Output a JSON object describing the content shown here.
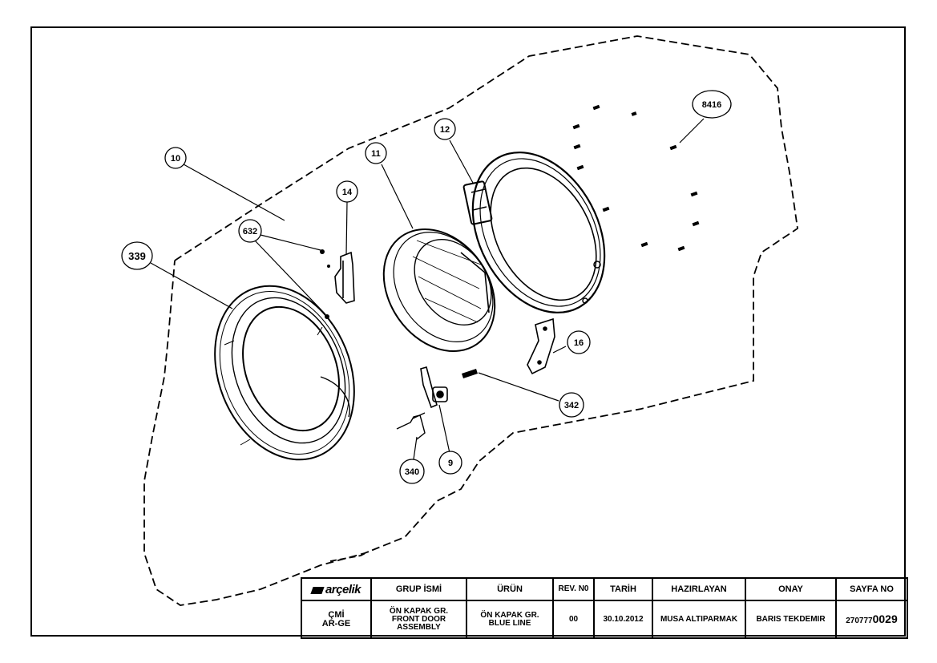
{
  "callouts": [
    "10",
    "11",
    "12",
    "14",
    "632",
    "339",
    "16",
    "342",
    "9",
    "340",
    "8416"
  ],
  "titleblock": {
    "brand": "arçelik",
    "headers": {
      "group": "GRUP İSMİ",
      "product": "ÜRÜN",
      "rev": "REV. N0",
      "date": "TARİH",
      "prepared": "HAZIRLAYAN",
      "approval": "ONAY",
      "sheet": "SAYFA NO"
    },
    "values": {
      "dept_line1": "ÇMİ",
      "dept_line2": "AR-GE",
      "group_line1": "ÖN KAPAK GR.",
      "group_line2": "FRONT DOOR",
      "group_line3": "ASSEMBLY",
      "product_line1": "ÖN KAPAK GR.",
      "product_line2": "BLUE LINE",
      "rev": "00",
      "date": "30.10.2012",
      "prepared": "MUSA ALTIPARMAK",
      "approval": "BARIS TEKDEMIR",
      "sheet_prefix": "270777",
      "sheet_suffix": "0029"
    }
  }
}
